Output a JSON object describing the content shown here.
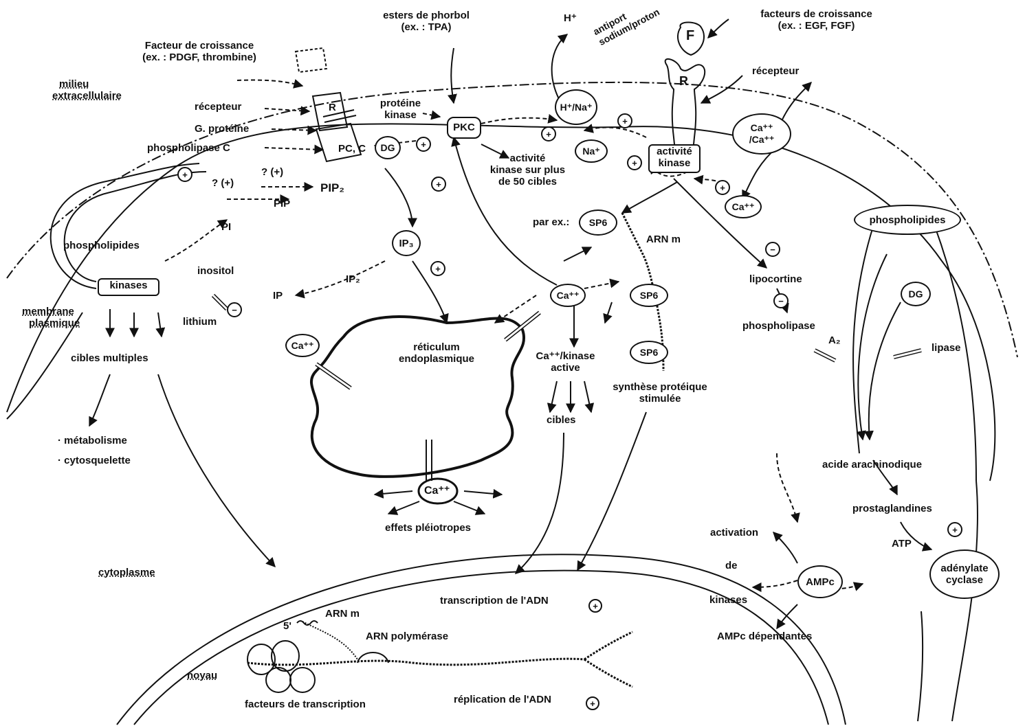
{
  "top": {
    "phorbol": "esters de phorbol",
    "phorbol_ex": "(ex. : TPA)",
    "gf_left": "Facteur de croissance",
    "gf_left_ex": "(ex. : PDGF, thrombine)",
    "gf_right": "facteurs de croissance",
    "gf_right_ex": "(ex. : EGF, FGF)",
    "h_plus": "H⁺",
    "antiport": "antiport sodium/proton",
    "f_label": "F",
    "r_label": "R"
  },
  "compartments": {
    "milieu_1": "milieu",
    "milieu_2": "extracellulaire",
    "membrane_1": "membrane",
    "membrane_2": "plasmique",
    "cytoplasme": "cytoplasme",
    "noyau": "noyau"
  },
  "left": {
    "recepteur": "récepteur",
    "g_proteine": "G. protéine",
    "phospholipase_c": "phospholipase C",
    "r_box": "R",
    "pc": "PC",
    "c": "C",
    "dg": "DG",
    "pip2": "PIP₂",
    "pip": "PIP",
    "pi": "PI",
    "q1": "? (+)",
    "q2": "? (+)",
    "phospholipides": "phospholipides",
    "kinases": "kinases",
    "inositol": "inositol",
    "lithium": "lithium",
    "ip": "IP",
    "ip2": "IP₂",
    "ip3": "IP₃",
    "cibles_multiples": "cibles multiples",
    "metabolisme": "· métabolisme",
    "cytosquelette": "· cytosquelette"
  },
  "center": {
    "proteine_kinase": "protéine",
    "proteine_kinase_2": "kinase",
    "pkc": "PKC",
    "activite_1": "activité",
    "activite_2": "kinase sur plus",
    "activite_3": "de 50 cibles",
    "reticulum_1": "réticulum",
    "reticulum_2": "endoplasmique",
    "ca_left": "Ca⁺⁺",
    "ca_center": "Ca⁺⁺",
    "ca_bottom": "Ca⁺⁺",
    "effets": "effets pléiotropes",
    "ca_kinase_1": "Ca⁺⁺/kinase",
    "ca_kinase_2": "active",
    "cibles": "cibles",
    "par_ex": "par ex.:",
    "sp6": "SP6",
    "arn_m": "ARN m",
    "synthese_1": "synthèse protéique",
    "synthese_2": "stimulée"
  },
  "right": {
    "h_na": "H⁺/Na⁺",
    "na": "Na⁺",
    "activite_kinase_1": "activité",
    "activite_kinase_2": "kinase",
    "recepteur": "récepteur",
    "ca_ca_1": "Ca⁺⁺",
    "ca_ca_2": "/Ca⁺⁺",
    "ca": "Ca⁺⁺",
    "phospholipides": "phospholipides",
    "minus": "−",
    "lipocortine": "lipocortine",
    "phospholipase": "phospholipase",
    "a2": "A₂",
    "dg": "DG",
    "lipase": "lipase",
    "acide": "acide arachinodique",
    "prostaglandines": "prostaglandines",
    "atp": "ATP",
    "adenylate_1": "adénylate",
    "adenylate_2": "cyclase",
    "ampc": "AMPc",
    "activation": "activation",
    "de": "de",
    "kinases": "kinases",
    "ampc_dep": "AMPc dépendantes"
  },
  "nucleus": {
    "transcription": "transcription de l'ADN",
    "arn_m": "ARN m",
    "five_prime": "5'",
    "arn_polymerase": "ARN polymérase",
    "facteurs": "facteurs de transcription",
    "replication": "réplication de l'ADN"
  },
  "plus_sign": "+",
  "minus_sign": "−"
}
